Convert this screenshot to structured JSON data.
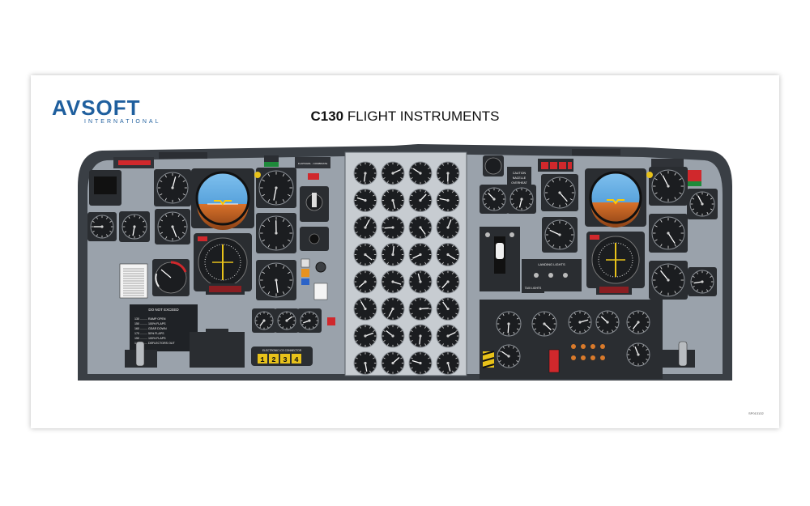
{
  "brand": {
    "name": "AVSOFT",
    "suffix": "INTERNATIONAL"
  },
  "title": {
    "bold": "C130",
    "rest": " FLIGHT INSTRUMENTS"
  },
  "doc_code": "SP013132",
  "placards": {
    "do_not_exceed": {
      "heading": "DO NOT EXCEED",
      "lines": [
        "130 ......... RAMP OPEN",
        "150 ......... 100% FLAPS",
        "160 ......... GEAR DOWN",
        "170 ......... 50% FLAPS",
        "150 ......... 100% FLAPS",
        "186 ......... DEFLECTORS OUT"
      ]
    },
    "counter": {
      "label": "ELECTRONIC ICS CONNECTOR",
      "digits": [
        "1",
        "2",
        "3",
        "4"
      ]
    },
    "caution": {
      "lines": [
        "CAUTION",
        "NACELLE",
        "OVERHEAT"
      ]
    },
    "landing_lights": "LANDING LIGHTS",
    "taxi_lights": "TAXI LIGHTS",
    "warning_panel": "FLAPS/HDL - COMBINATE"
  },
  "colors": {
    "panel": "#9aa2ab",
    "frame": "#3a3f45",
    "accent": "#1f5f9e",
    "warning": "#d0282c"
  }
}
